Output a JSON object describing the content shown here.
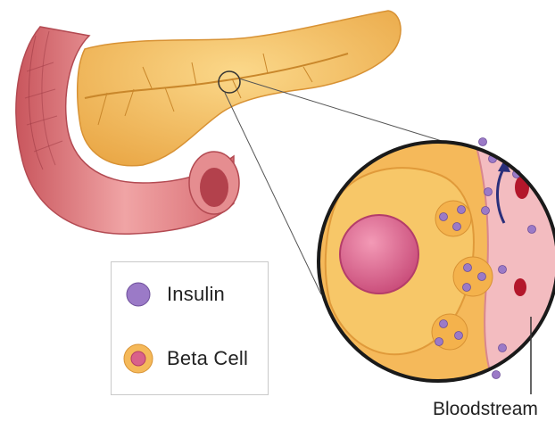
{
  "legend": {
    "items": [
      {
        "label": "Insulin",
        "icon": "insulin-dot-icon"
      },
      {
        "label": "Beta Cell",
        "icon": "beta-cell-icon"
      }
    ]
  },
  "callouts": {
    "bloodstream": "Bloodstream"
  },
  "colors": {
    "pancreas": "#f7c46a",
    "pancreas_dark": "#e8a640",
    "duodenum": "#e8878a",
    "duodenum_dark": "#c9565d",
    "insulin": "#9b7ac7",
    "nucleus": "#d9618a",
    "blood_vessel": "#f2b8bd",
    "red_cell": "#b3172b"
  }
}
